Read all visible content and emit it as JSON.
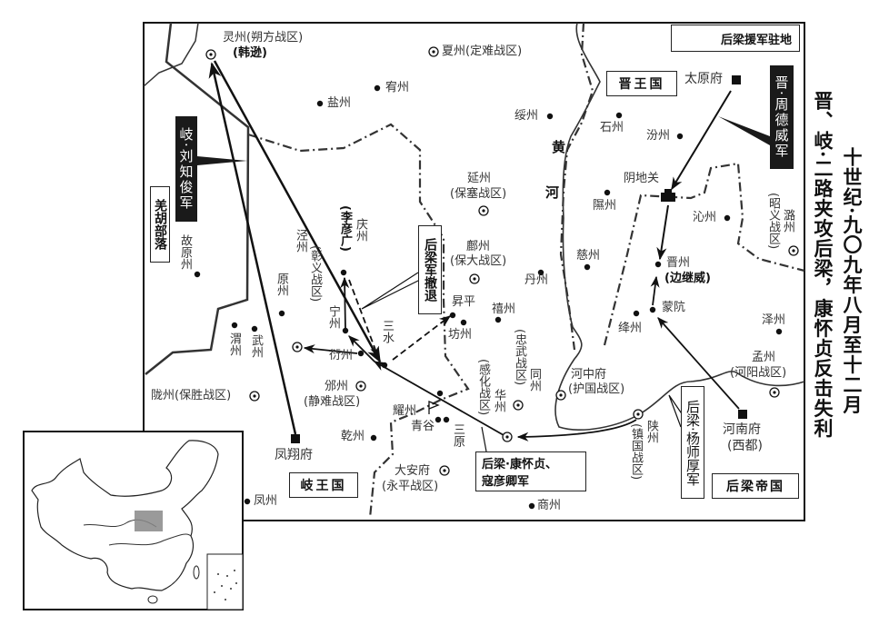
{
  "title": {
    "line1": "十世纪·九〇九年八月至十二月",
    "line2": "晋、岐·二路夹攻后梁，康怀贞反击失利"
  },
  "legend": {
    "flag_label": "后梁援军驻地",
    "icon": "flag-icon"
  },
  "states": {
    "jin": "晋王国",
    "qi": "岐王国",
    "liang": "后梁帝国",
    "qiang": "羌胡部落"
  },
  "armies": {
    "jin_army": "晋·周德威军",
    "qi_army": "岐·刘知俊军",
    "liang_yang": "后梁·杨师厚军",
    "liang_kang_1": "后梁·康怀贞、",
    "liang_kang_2": "寇彦卿军",
    "liang_retreat": "后梁军撤退"
  },
  "river": {
    "huang": "黄",
    "he": "河"
  },
  "places": {
    "lingzhou": "灵州(朔方战区)",
    "hanxun": "(韩逊)",
    "xiazhou": "夏州(定难战区)",
    "youzhou": "宥州",
    "yanzhou_salt": "盐州",
    "suizhou": "绥州",
    "shizhou": "石州",
    "fenzhou": "汾州",
    "taiyuan": "太原府",
    "yindiguan": "阴地关",
    "xizhou": "隰州",
    "qinzhou": "沁州",
    "luzhou": "潞州",
    "zhaoyi": "(昭义战区)",
    "cizhou": "慈州",
    "jinzhou": "晋州",
    "bianjiwei": "(边继威)",
    "mengkeng": "蒙阬",
    "jiangzhou": "绛州",
    "zezhou": "泽州",
    "mengzhou": "孟州",
    "heyang": "(河阳战区)",
    "hezhong": "河中府",
    "huguo": "(护国战区)",
    "shanzhou": "陕州",
    "zhenguo": "(镇国战区)",
    "henan": "河南府",
    "xidu": "(西都)",
    "shangzhou": "商州",
    "huazhou": "华州",
    "ganhua": "(感化战区)",
    "tongzhou": "同州",
    "zhongwu": "(忠武战区)",
    "xizhou2": "禧州",
    "danzhou": "丹州",
    "fuzhou": "鄜州",
    "baoda": "(保大战区)",
    "yanzhou": "延州",
    "baosai": "(保塞战区)",
    "shengping": "昇平",
    "fangzhou": "坊州",
    "sanshui": "三水",
    "liyanguang": "(李彦广)",
    "qingzhou": "庆州",
    "jingzhou": "泾州",
    "zhangyi": "(彰义战区)",
    "yuanzhou": "原州",
    "ningzhou": "宁州",
    "yanzhou2": "衍州",
    "binzhou": "邠州",
    "jingnan": "(静难战区)",
    "weizhou": "渭州",
    "wuzhou": "武州",
    "longzhou": "陇州(保胜战区)",
    "qianzhou": "乾州",
    "yaozhou": "耀州",
    "qinggu": "青谷",
    "sanyuan": "三原",
    "fengxiang": "凤翔府",
    "daan": "大安府",
    "yongping": "(永平战区)",
    "fengzhou": "凤州",
    "guyuan": "故原州"
  }
}
